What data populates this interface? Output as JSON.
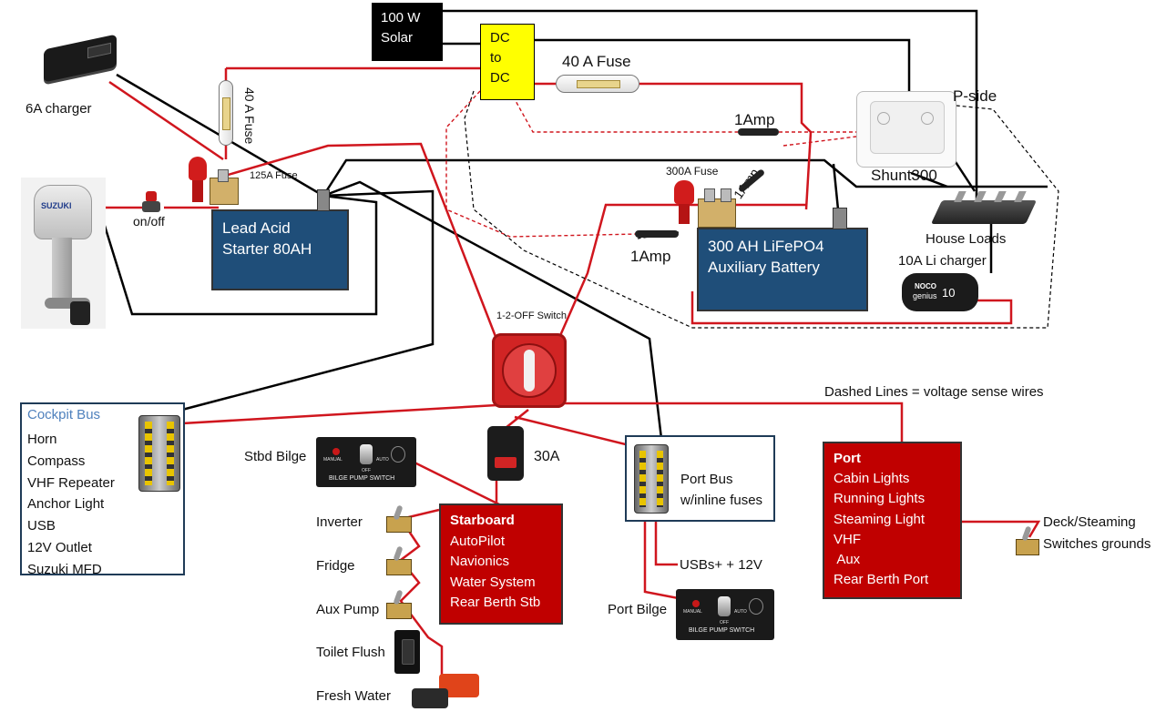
{
  "labels": {
    "solar": [
      "100 W",
      "Solar"
    ],
    "dc_to_dc": [
      "DC",
      "to",
      "DC"
    ],
    "fuse_40a_top": "40 A Fuse",
    "fuse_40a_vertical": "40 A Fuse",
    "fuse_125a": "125A Fuse",
    "fuse_300a": "300A Fuse",
    "amp_1_top": "1Amp",
    "amp_1_diag": "1Amp",
    "amp_1_bottom": "1Amp",
    "p_side": "P-side",
    "shunt": "Shunt300",
    "house_loads": "House Loads",
    "li_charger": "10A Li charger",
    "charger_6a": "6A charger",
    "on_off": "on/off",
    "lead_acid": [
      "Lead Acid",
      "Starter 80AH"
    ],
    "lifepo4": [
      "300 AH LiFePO4",
      "Auxiliary Battery"
    ],
    "switch_1_2_off": "1-2-OFF Switch",
    "breaker_30a": "30A",
    "dashed_note": "Dashed Lines = voltage sense wires",
    "stbd_bilge": "Stbd Bilge",
    "port_bilge": "Port Bilge",
    "inverter": "Inverter",
    "fridge": "Fridge",
    "aux_pump": "Aux Pump",
    "toilet_flush": "Toilet Flush",
    "fresh_water": "Fresh Water",
    "port_bus": [
      "Port Bus",
      "w/inline fuses"
    ],
    "usbs": "USBs+ + 12V",
    "deck_steaming": [
      "Deck/Steaming",
      "Switches grounds"
    ],
    "bilge_panel_caption": "BILGE PUMP SWITCH",
    "bilge_manual": "MANUAL",
    "bilge_auto": "AUTO",
    "bilge_off": "OFF",
    "outboard_brand": "SUZUKI",
    "charger_brand": [
      "NOCO",
      "genius",
      "10"
    ]
  },
  "cockpit_bus": {
    "title": "Cockpit Bus",
    "items": [
      "Horn",
      "Compass",
      "VHF Repeater",
      "Anchor Light",
      "USB",
      "12V Outlet",
      "Suzuki MFD"
    ]
  },
  "starboard": {
    "title": "Starboard",
    "items": [
      "AutoPilot",
      "Navionics",
      "Water System",
      "Rear Berth Stb"
    ]
  },
  "port": {
    "title": "Port",
    "items": [
      "Cabin Lights",
      "Running Lights",
      "Steaming Light",
      "VHF",
      " Aux",
      "Rear Berth Port"
    ]
  },
  "colors": {
    "positive_wire": "#d0161e",
    "negative_wire": "#000000",
    "battery_fill": "#1f4e79",
    "panel_red": "#c00000",
    "dc_dc_fill": "#ffff00",
    "cockpit_title": "#4f81bd"
  }
}
